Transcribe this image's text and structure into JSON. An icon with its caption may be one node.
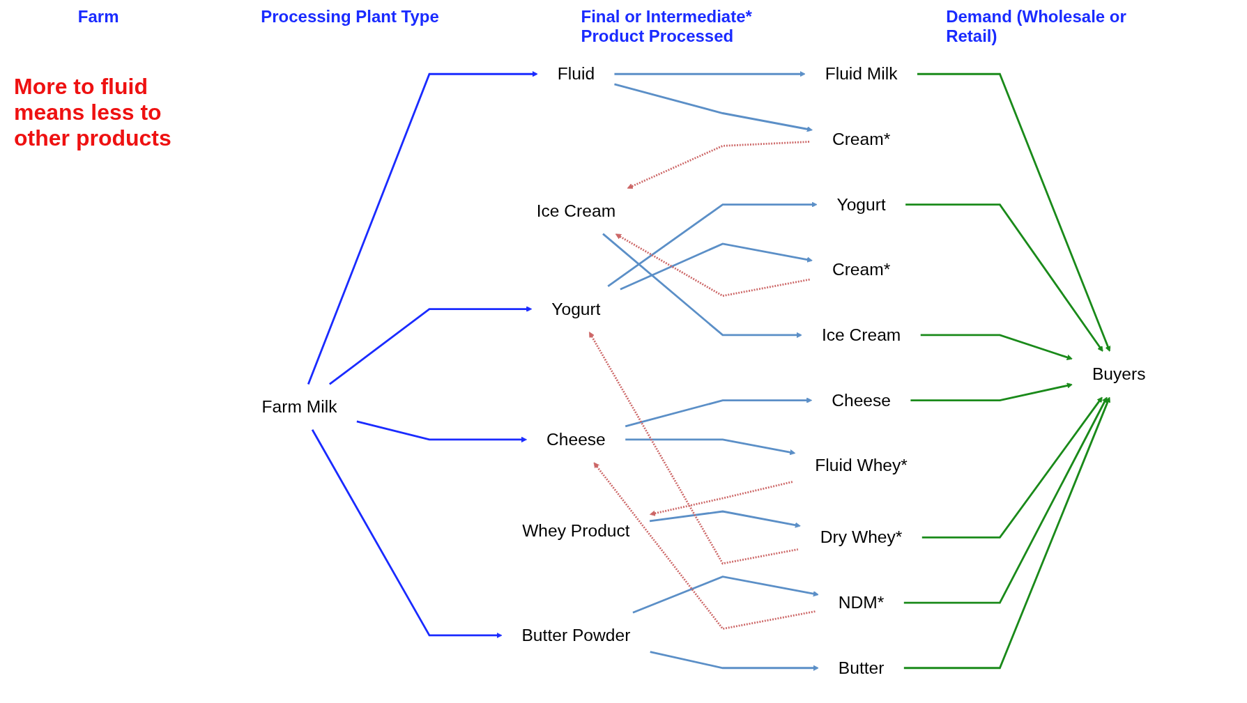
{
  "diagram": {
    "nodes": [
      {
        "text": [
          "Farm Milk"
        ]
      },
      {
        "text": [
          "Fluid"
        ]
      },
      {
        "text": [
          "Yogurt"
        ]
      },
      {
        "text": [
          "Ice Cream"
        ]
      },
      {
        "text": [
          "Cheese"
        ]
      },
      {
        "text": [
          "Whey Product"
        ]
      },
      {
        "text": [
          "Butter Powder"
        ]
      },
      {
        "text": [
          "Fluid Milk"
        ]
      },
      {
        "text": [
          "Cream*"
        ]
      },
      {
        "text": [
          "Yogurt"
        ]
      },
      {
        "text": [
          "Cream*"
        ]
      },
      {
        "text": [
          "Ice Cream"
        ]
      },
      {
        "text": [
          "Cheese"
        ]
      },
      {
        "text": [
          "Fluid Whey*"
        ]
      },
      {
        "text": [
          "Dry Whey*"
        ]
      },
      {
        "text": [
          "NDM*"
        ]
      },
      {
        "text": [
          "Butter"
        ]
      },
      {
        "text": [
          "Buyers"
        ]
      }
    ],
    "edges": [
      {
        "from": 0,
        "to": 1,
        "arrow": "to",
        "color": "#1a2bff"
      },
      {
        "from": 0,
        "to": 2,
        "arrow": "to",
        "color": "#1a2bff"
      },
      {
        "from": 0,
        "to": 4,
        "arrow": "to",
        "color": "#1a2bff"
      },
      {
        "from": 0,
        "to": 6,
        "arrow": "to",
        "color": "#1a2bff"
      },
      {
        "from": 1,
        "to": 7,
        "arrow": "to"
      },
      {
        "from": 1,
        "to": 8,
        "arrow": "to"
      },
      {
        "from": 2,
        "to": 9,
        "arrow": "to"
      },
      {
        "from": 2,
        "to": 10,
        "arrow": "to"
      },
      {
        "from": 3,
        "to": 11,
        "arrow": "to"
      },
      {
        "from": 4,
        "to": 12,
        "arrow": "to"
      },
      {
        "from": 4,
        "to": 13,
        "arrow": "to"
      },
      {
        "from": 5,
        "to": 14,
        "arrow": "to"
      },
      {
        "from": 6,
        "to": 15,
        "arrow": "to"
      },
      {
        "from": 6,
        "to": 16,
        "arrow": "to"
      },
      {
        "from": 8,
        "to": 3,
        "arrow": "to",
        "style": "dashed",
        "color": "#cc6666"
      },
      {
        "from": 10,
        "to": 3,
        "arrow": "to",
        "style": "dashed",
        "color": "#cc6666"
      },
      {
        "from": 13,
        "to": 5,
        "arrow": "to",
        "style": "dashed",
        "color": "#cc6666"
      },
      {
        "from": 14,
        "to": 2,
        "arrow": "to",
        "style": "dashed",
        "color": "#cc6666"
      },
      {
        "from": 15,
        "to": 4,
        "arrow": "to",
        "style": "dashed",
        "color": "#cc6666"
      },
      {
        "from": 7,
        "to": 17,
        "arrow": "to",
        "color": "#1a8a1a"
      },
      {
        "from": 9,
        "to": 17,
        "arrow": "to",
        "color": "#1a8a1a"
      },
      {
        "from": 11,
        "to": 17,
        "arrow": "to",
        "color": "#1a8a1a"
      },
      {
        "from": 12,
        "to": 17,
        "arrow": "to",
        "color": "#1a8a1a"
      },
      {
        "from": 14,
        "to": 17,
        "arrow": "to",
        "color": "#1a8a1a"
      },
      {
        "from": 15,
        "to": 17,
        "arrow": "to",
        "color": "#1a8a1a"
      },
      {
        "from": 16,
        "to": 17,
        "arrow": "to",
        "color": "#1a8a1a"
      }
    ],
    "labels": [
      "Farm",
      "Processing Plant Type",
      "Final or Intermediate* Product Processed",
      "Demand (Wholesale or Retail)",
      "More to fluid means less to other products"
    ]
  }
}
